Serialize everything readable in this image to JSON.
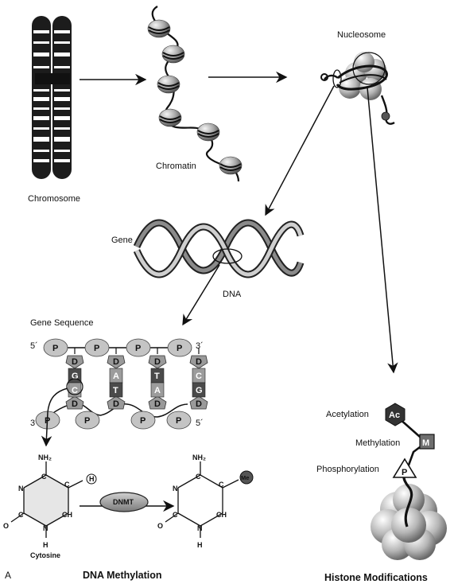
{
  "labels": {
    "chromosome": "Chromosome",
    "chromatin": "Chromatin",
    "nucleosome": "Nucleosome",
    "gene": "Gene",
    "dna": "DNA",
    "gene_sequence": "Gene Sequence",
    "five_prime_top": "5´",
    "three_prime_top": "3´",
    "three_prime_bottom": "3´",
    "five_prime_bottom": "5´",
    "phosphate": "P",
    "deoxyribose": "D",
    "cytosine": "Cytosine",
    "dnmt": "DNMT",
    "nh2": "NH₂",
    "methyl_group": "Me",
    "hydrogen_marker": "H",
    "acetylation": "Acetylation",
    "methylation": "Methylation",
    "phosphorylation": "Phosphorylation",
    "acetyl_tag": "Ac",
    "methyl_tag": "M",
    "phospho_tag": "P",
    "panel_letter": "A",
    "dna_methylation_title": "DNA Methylation",
    "histone_modifications_title": "Histone Modifications"
  },
  "base_pairs": [
    {
      "top": "G",
      "bottom": "C"
    },
    {
      "top": "A",
      "bottom": "T"
    },
    {
      "top": "T",
      "bottom": "A"
    },
    {
      "top": "C",
      "bottom": "G"
    }
  ],
  "chem_atoms": {
    "n": "N",
    "c": "C",
    "ch": "CH",
    "o": "O",
    "h": "H"
  },
  "colors": {
    "ink": "#111111",
    "phosphate_fill": "#c4c4c4",
    "sugar_fill": "#9a9a9a",
    "base_dark": "#4a4a4a",
    "base_light": "#9c9c9c",
    "methyl_ball": "#555555",
    "dnmt_fill": "#9e9e9e",
    "acetyl_hex": "#333333",
    "methyl_square": "#6e6e6e"
  }
}
